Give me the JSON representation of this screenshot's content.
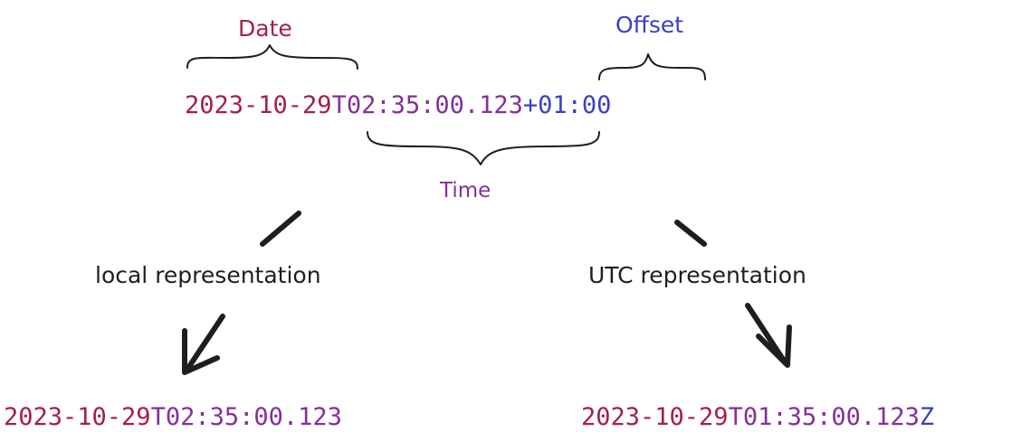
{
  "colors": {
    "date": "#a61e4d",
    "time": "#862e9c",
    "offset": "#3b3fc1",
    "ink": "#1e1e1e"
  },
  "labels": {
    "date": "Date",
    "offset": "Offset",
    "time": "Time",
    "local": "local representation",
    "utc": "UTC representation"
  },
  "source": {
    "date": "2023-10-29",
    "time": "T02:35:00.123",
    "offset": "+01:00"
  },
  "local_result": {
    "date": "2023-10-29",
    "time": "T02:35:00.123"
  },
  "utc_result": {
    "date": "2023-10-29",
    "time": "T01:35:00.123",
    "zone": "Z"
  }
}
